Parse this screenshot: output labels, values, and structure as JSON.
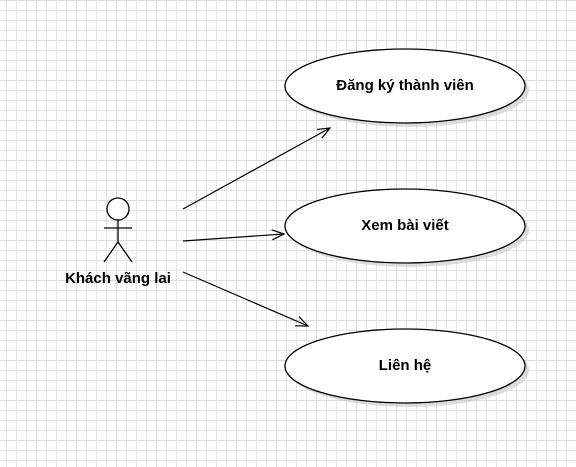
{
  "actor": {
    "name": "Khách vãng lai"
  },
  "use_cases": [
    {
      "label": "Đăng ký thành viên"
    },
    {
      "label": "Xem bài viết"
    },
    {
      "label": "Liên hệ"
    }
  ],
  "colors": {
    "stroke": "#000000",
    "fill": "#ffffff",
    "shadow": "#cfcfcf",
    "grid": "#e4e4e4"
  }
}
